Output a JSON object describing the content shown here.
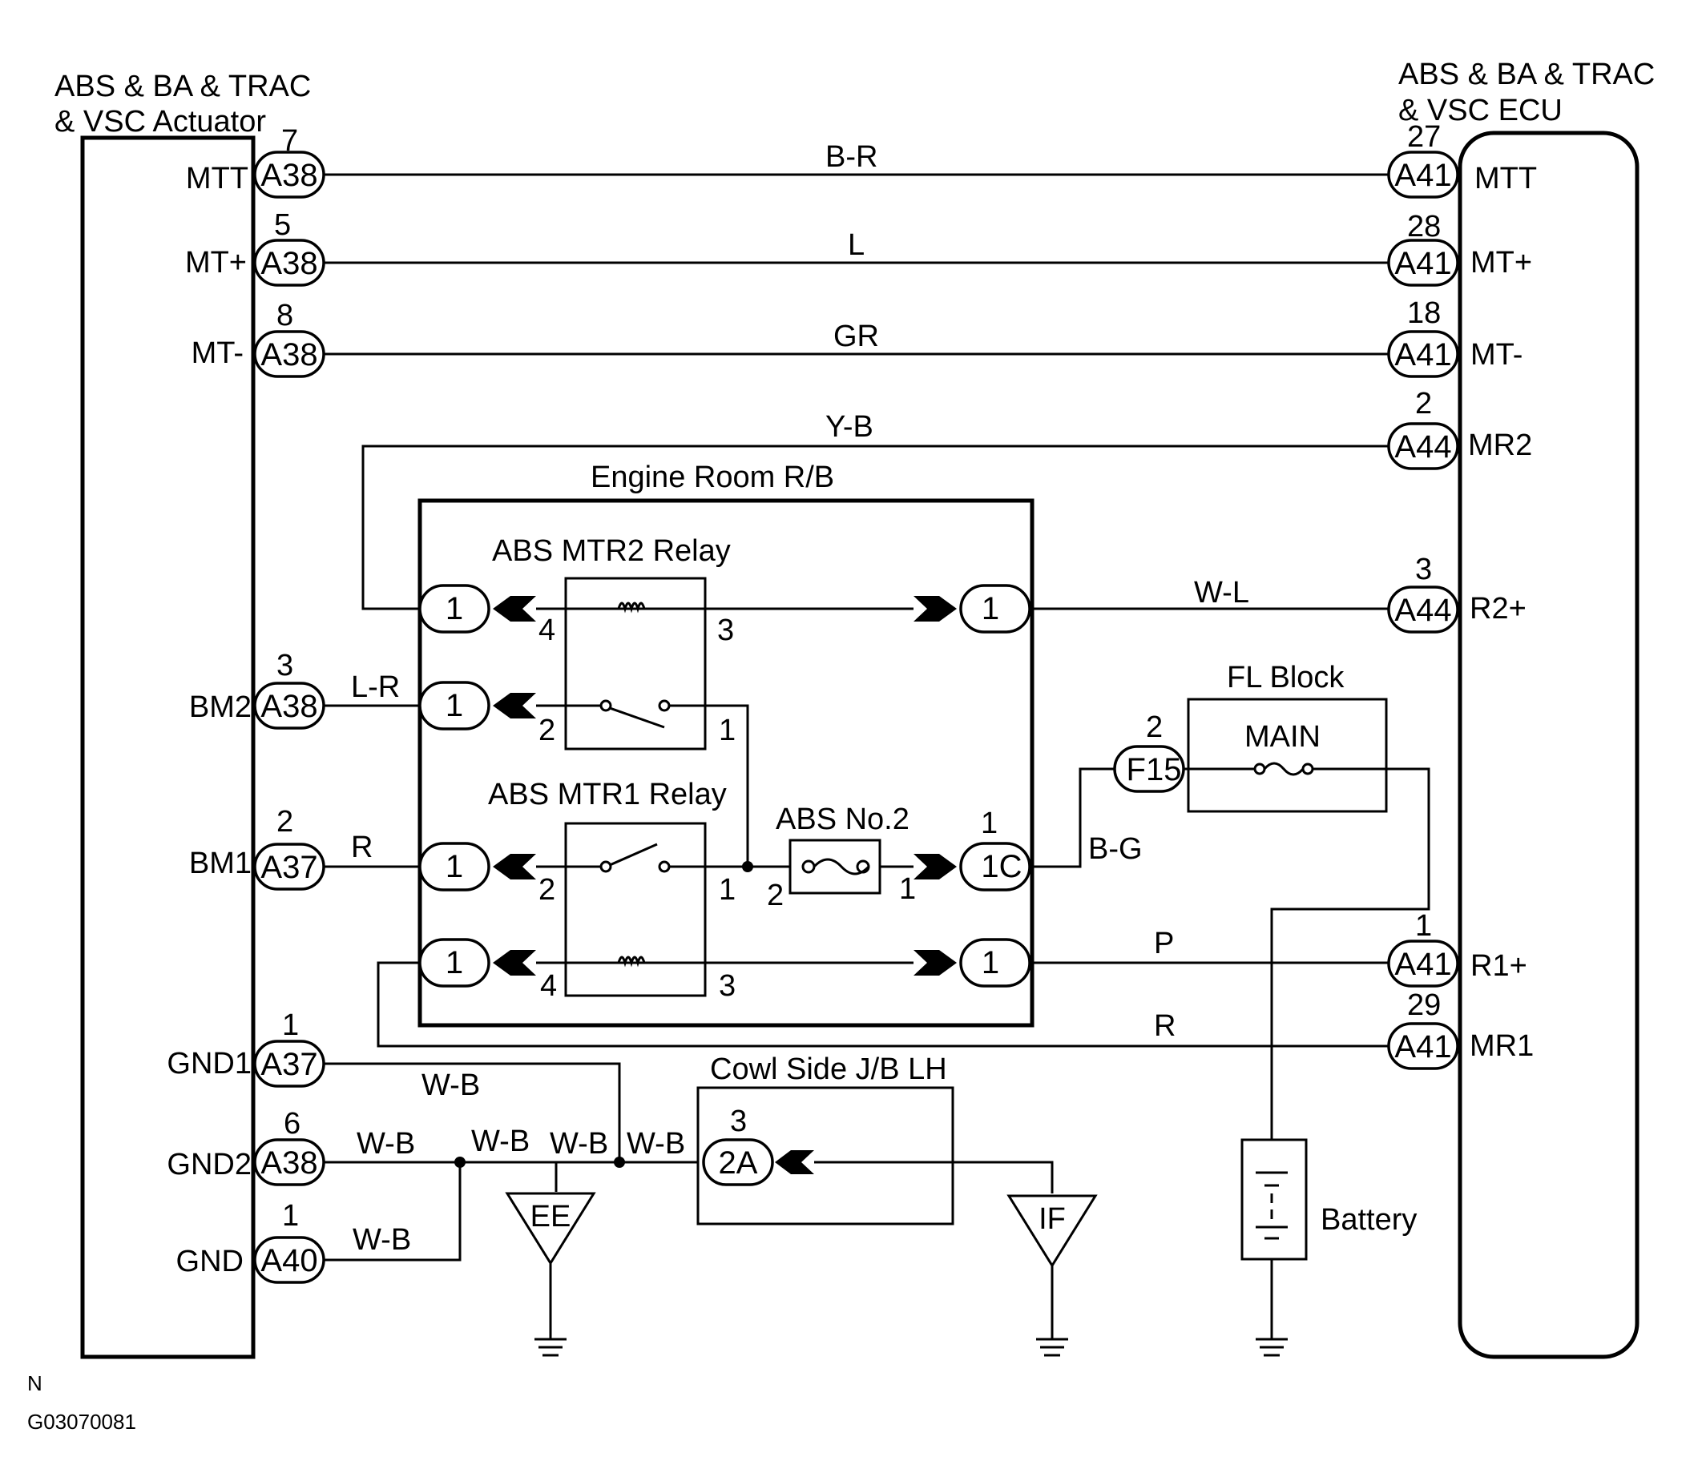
{
  "actuator": {
    "title_line1": "ABS & BA & TRAC",
    "title_line2": "& VSC Actuator"
  },
  "ecu": {
    "title_line1": "ABS & BA & TRAC",
    "title_line2": "& VSC ECU"
  },
  "engine_room_rb": {
    "title": "Engine Room R/B"
  },
  "relay_mtr2": {
    "title": "ABS MTR2 Relay",
    "pin_4": "4",
    "pin_3": "3",
    "pin_2": "2",
    "pin_1": "1"
  },
  "relay_mtr1": {
    "title": "ABS MTR1 Relay",
    "pin_2": "2",
    "pin_1": "1",
    "pin_4": "4",
    "pin_3": "3"
  },
  "fuse_abs2": {
    "title": "ABS No.2",
    "pin_2": "2",
    "pin_1": "1"
  },
  "fl_block": {
    "title": "FL Block",
    "main_label": "MAIN"
  },
  "cowl_jb": {
    "title": "Cowl Side J/B LH"
  },
  "battery": {
    "label": "Battery"
  },
  "grounds": {
    "ee": "EE",
    "if": "IF"
  },
  "left_terminals": [
    {
      "name": "MTT",
      "conn": "A38",
      "pin": "7"
    },
    {
      "name": "MT+",
      "conn": "A38",
      "pin": "5"
    },
    {
      "name": "MT-",
      "conn": "A38",
      "pin": "8"
    },
    {
      "name": "BM2",
      "conn": "A38",
      "pin": "3"
    },
    {
      "name": "BM1",
      "conn": "A37",
      "pin": "2"
    },
    {
      "name": "GND1",
      "conn": "A37",
      "pin": "1"
    },
    {
      "name": "GND2",
      "conn": "A38",
      "pin": "6"
    },
    {
      "name": "GND",
      "conn": "A40",
      "pin": "1"
    }
  ],
  "right_terminals": [
    {
      "name": "MTT",
      "conn": "A41",
      "pin": "27"
    },
    {
      "name": "MT+",
      "conn": "A41",
      "pin": "28"
    },
    {
      "name": "MT-",
      "conn": "A41",
      "pin": "18"
    },
    {
      "name": "MR2",
      "conn": "A44",
      "pin": "2"
    },
    {
      "name": "R2+",
      "conn": "A44",
      "pin": "3"
    },
    {
      "name": "R1+",
      "conn": "A41",
      "pin": "1"
    },
    {
      "name": "MR1",
      "conn": "A41",
      "pin": "29"
    }
  ],
  "rb_connectors": {
    "c1": "1",
    "c2": "1",
    "c3": "1",
    "c4": "1",
    "c5": "1",
    "c6": "1",
    "c1c": "1C",
    "c1c_pin": "1"
  },
  "fl_connector": {
    "conn": "F15",
    "pin": "2"
  },
  "cowl_connector": {
    "conn": "2A",
    "pin": "3"
  },
  "wires": {
    "mtt": "B-R",
    "mtplus": "L",
    "mtminus": "GR",
    "mr2": "Y-B",
    "r2plus": "W-L",
    "bm2": "L-R",
    "bm1": "R",
    "bg": "B-G",
    "r1plus": "P",
    "mr1": "R",
    "gnd1": "W-B",
    "gnd2": "W-B",
    "gnd": "W-B",
    "ee_left": "W-B",
    "ee_right": "W-B",
    "cowl": "W-B"
  },
  "footer": {
    "letter": "N",
    "code": "G03070081"
  }
}
